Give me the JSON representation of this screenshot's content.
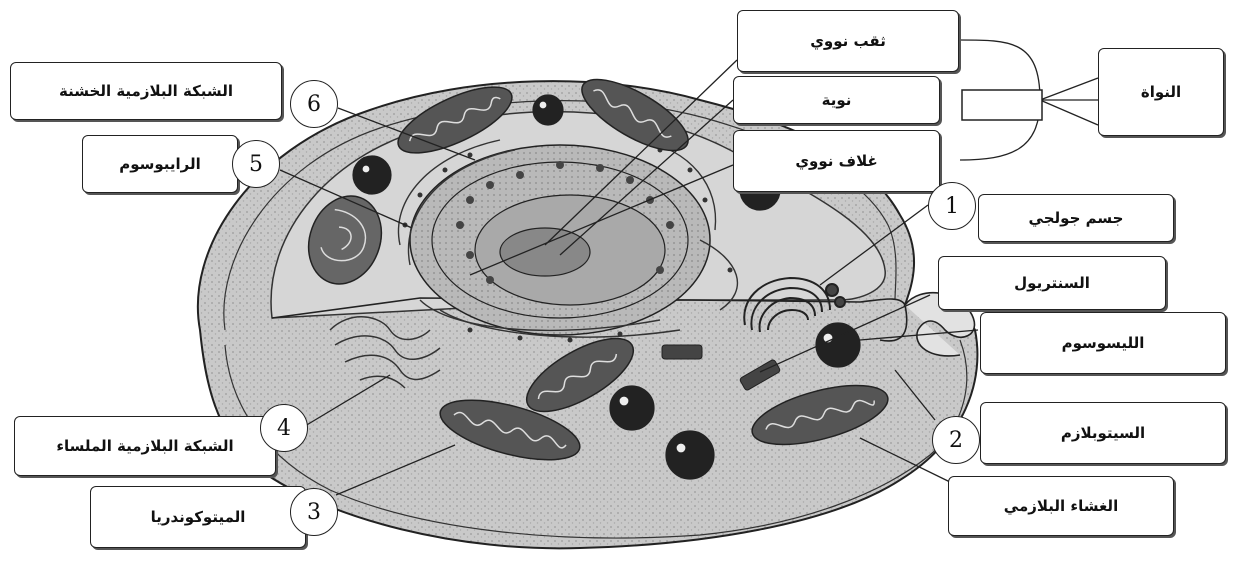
{
  "labels": {
    "nuclear_pore": "ثقب نووي",
    "nucleolus": "نوية",
    "nuclear_envelope": "غلاف نووي",
    "nucleus": "النواة",
    "golgi": "جسم جولجي",
    "centriole": "السنتريول",
    "lysosome": "الليسوسوم",
    "cytoplasm": "السيتوبلازم",
    "plasma_membrane": "الغشاء البلازمي",
    "rough_er": "الشبكة البلازمية الخشنة",
    "ribosome": "الرايبوسوم",
    "smooth_er": "الشبكة البلازمية الملساء",
    "mitochondria": "الميتوكوندريا"
  },
  "numbers": {
    "n1": "1",
    "n2": "2",
    "n3": "3",
    "n4": "4",
    "n5": "5",
    "n6": "6"
  }
}
